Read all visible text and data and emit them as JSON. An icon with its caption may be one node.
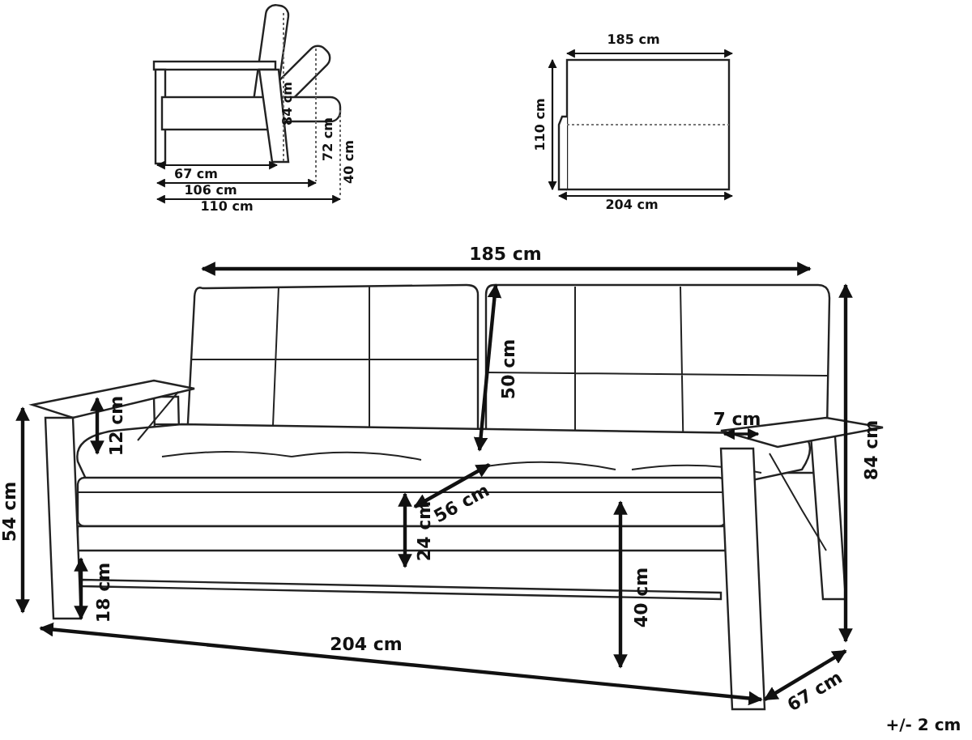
{
  "diagram": {
    "labels": [
      "84 cm",
      "72 cm",
      "40 cm",
      "67 cm",
      "106 cm",
      "110 cm",
      "185 cm",
      "110 cm",
      "204 cm",
      "185 cm",
      "84 cm",
      "50 cm",
      "12 cm",
      "7 cm",
      "54 cm",
      "56 cm",
      "24 cm",
      "18 cm",
      "40 cm",
      "204  cm",
      "67 cm",
      "+/- 2 cm"
    ]
  }
}
